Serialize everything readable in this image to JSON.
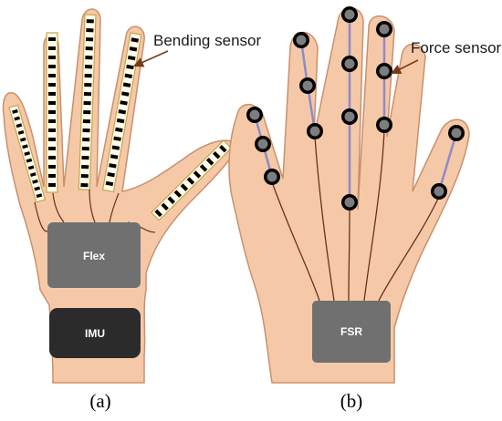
{
  "panels": {
    "a": {
      "caption": "(a)",
      "annotation": "Bending sensor",
      "module_flex": "Flex",
      "module_imu": "IMU"
    },
    "b": {
      "caption": "(b)",
      "annotation": "Force sensor",
      "module_fsr": "FSR"
    }
  },
  "colors": {
    "skin": "#f5c9a8",
    "skin_outline": "#c9906c",
    "strip_fill": "#fffbe8",
    "strip_border": "#c8a44a",
    "strip_bar": "#000000",
    "module_gray": "#707070",
    "imu_dark": "#2b2b2b",
    "arrow": "#7a3a1a",
    "wire": "#6b2e1e",
    "trace": "#8e8ac8"
  },
  "icons": [
    "bending-sensor-strip",
    "force-sensor-disc",
    "arrow-icon"
  ]
}
